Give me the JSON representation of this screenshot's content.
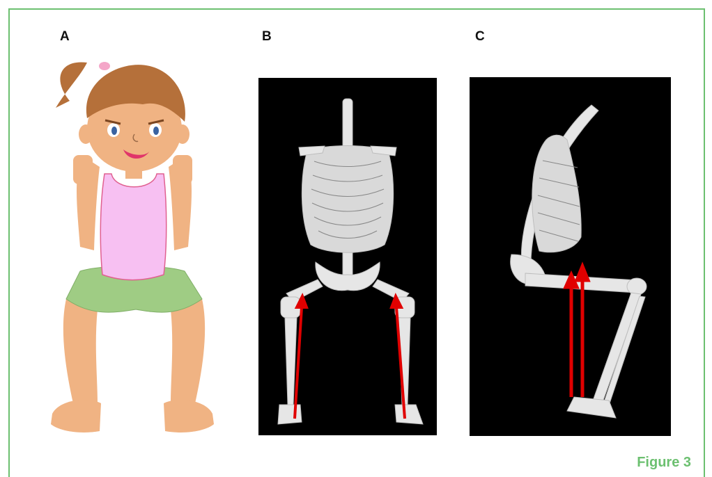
{
  "figure": {
    "panels": [
      {
        "label": "A"
      },
      {
        "label": "B"
      },
      {
        "label": "C"
      }
    ],
    "caption": "Figure 3"
  },
  "colors": {
    "frame": "#6cc070",
    "caption": "#6cc070",
    "arrow": "#e00000",
    "bone": "#e6e6e6",
    "panel_background": "#000000"
  }
}
